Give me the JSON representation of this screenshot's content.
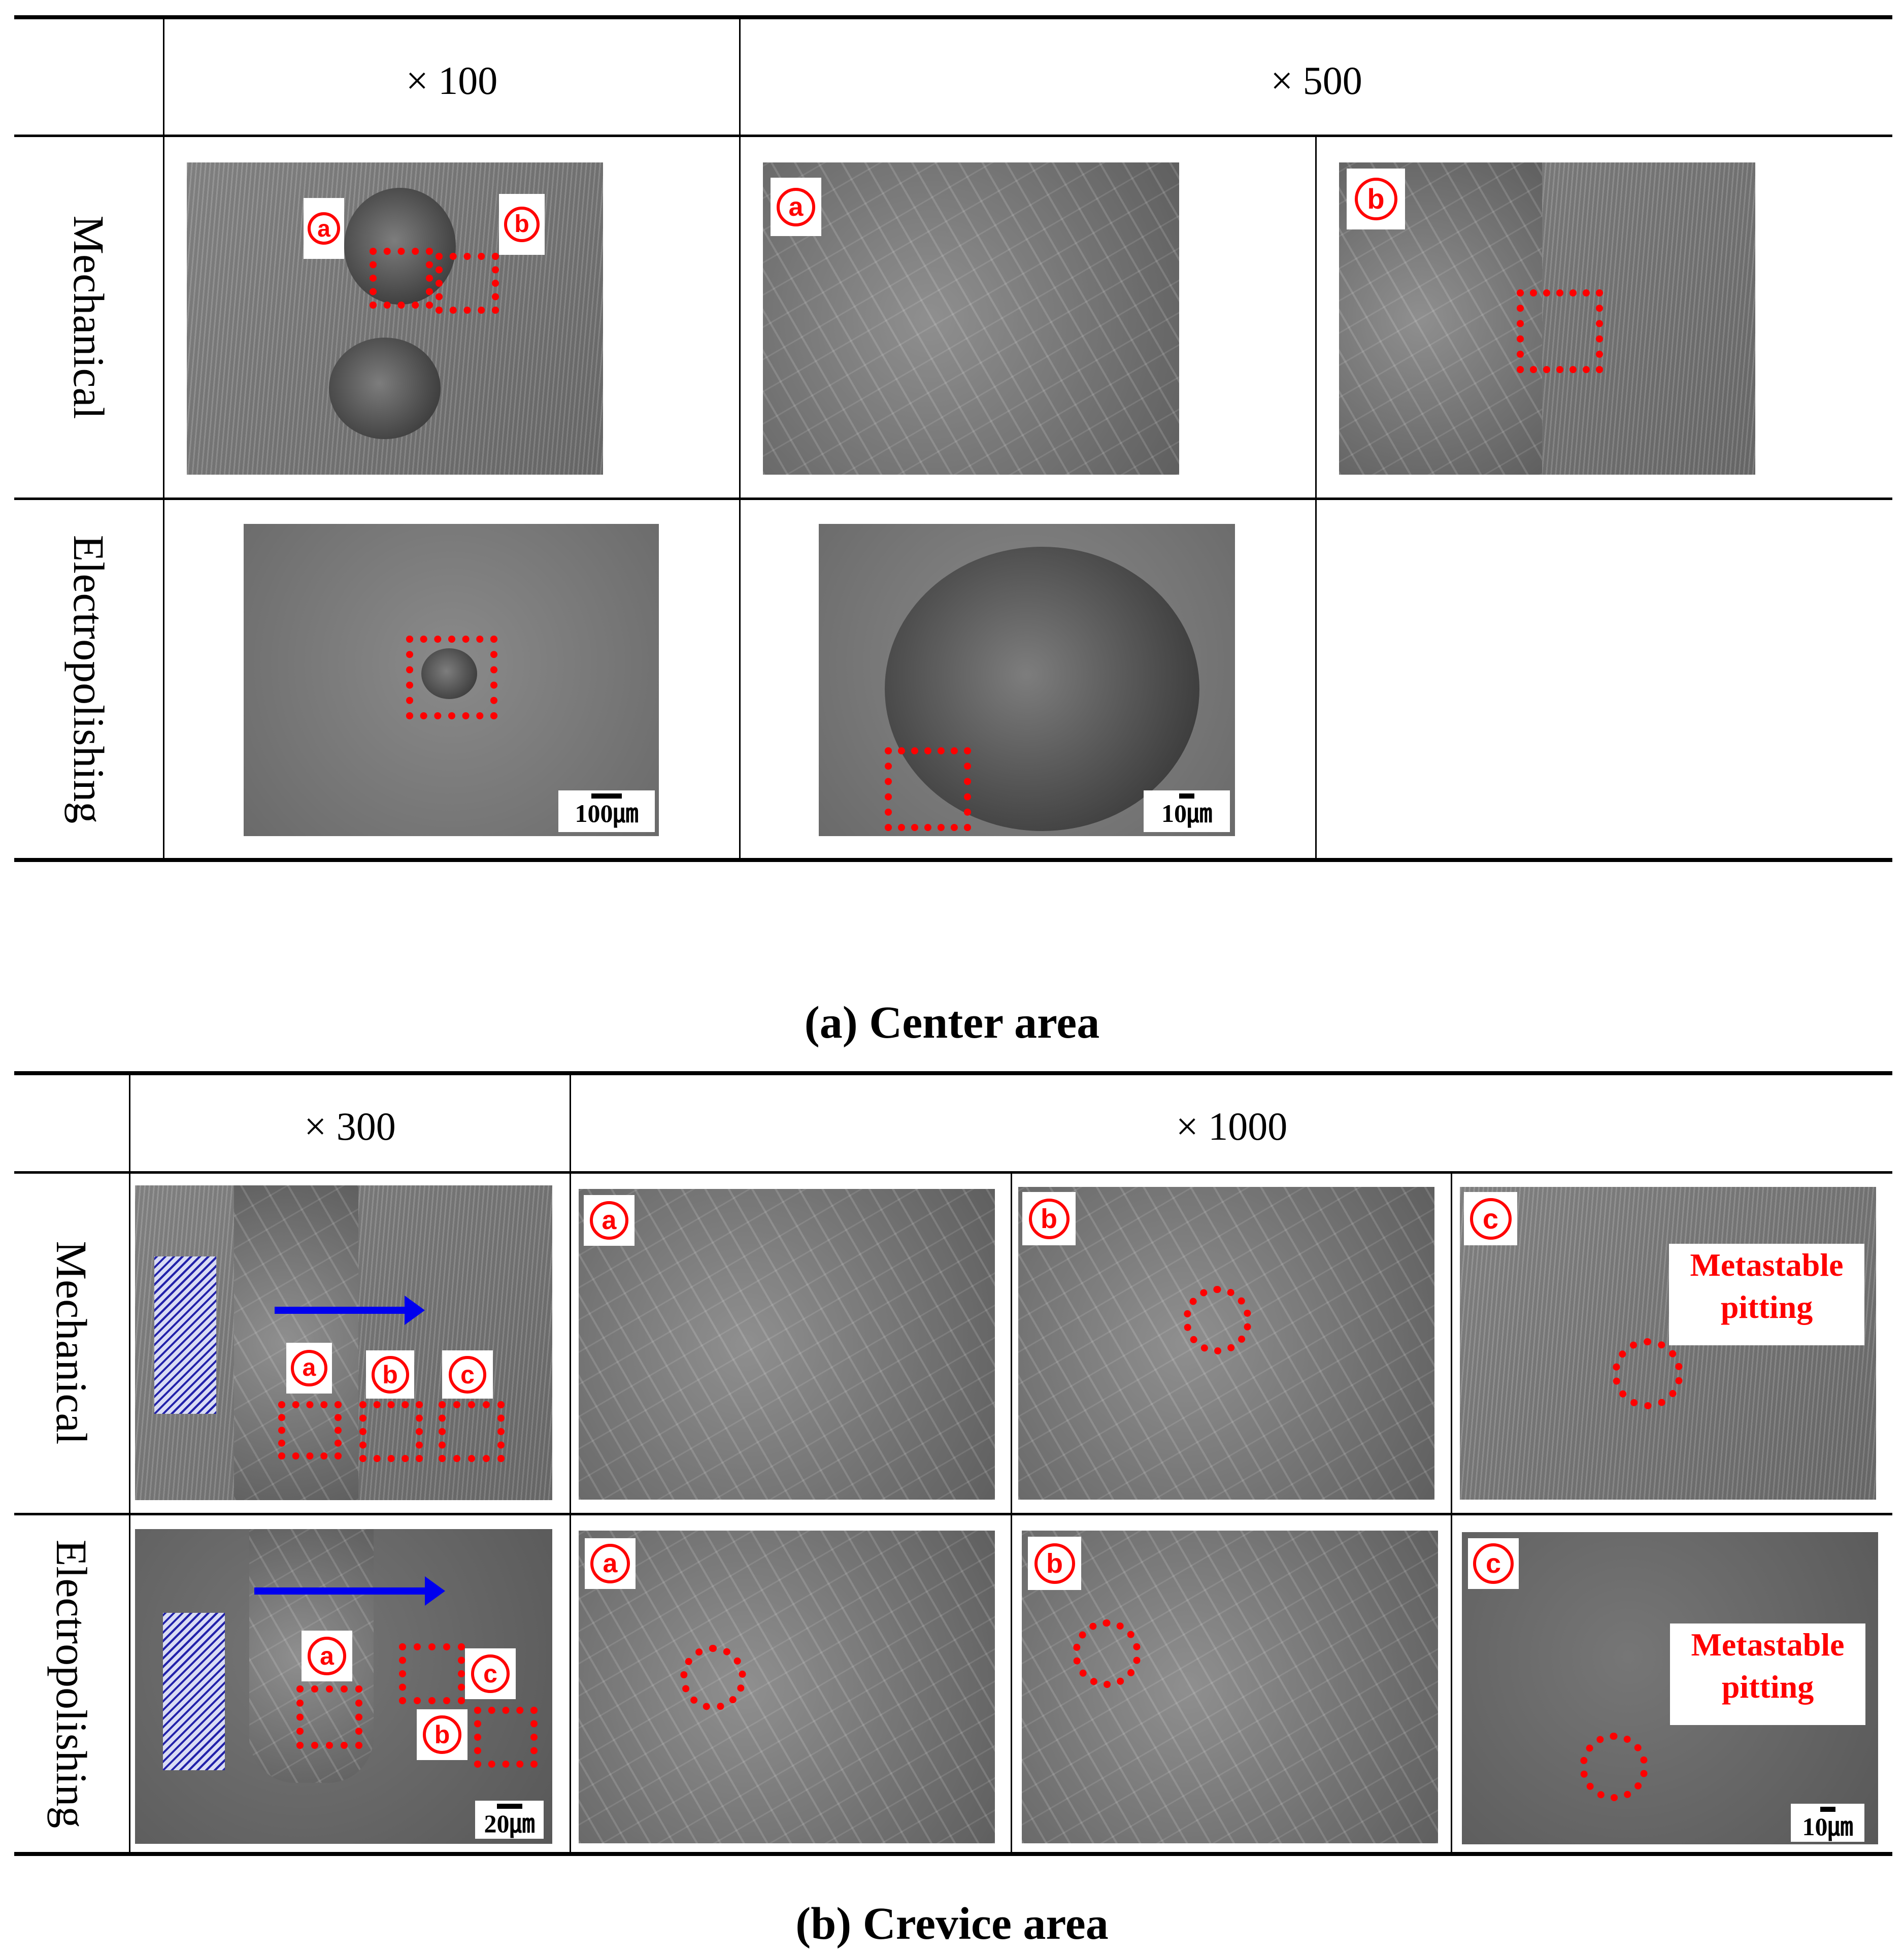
{
  "panel_a": {
    "col_100": "× 100",
    "col_500": "× 500",
    "row_mechanical": "Mechanical",
    "row_electro": "Electropolishing",
    "badge_a": "a",
    "badge_b": "b",
    "scale_100": "100㎛",
    "scale_10": "10㎛",
    "caption": "(a) Center area"
  },
  "panel_b": {
    "col_300": "× 300",
    "col_1000": "× 1000",
    "row_mechanical": "Mechanical",
    "row_electro": "Electropolishing",
    "badge_a": "a",
    "badge_b": "b",
    "badge_c": "c",
    "metastable": "Metastable pitting",
    "scale_20": "20㎛",
    "scale_10": "10㎛",
    "caption": "(b) Crevice area"
  },
  "colors": {
    "marker": "#ff0000",
    "arrow": "#0000ee",
    "hatch": "#2222aa"
  },
  "icons": {
    "flow_arrow": "right-arrow-icon",
    "crevice_former": "hatched-rectangle-icon"
  }
}
